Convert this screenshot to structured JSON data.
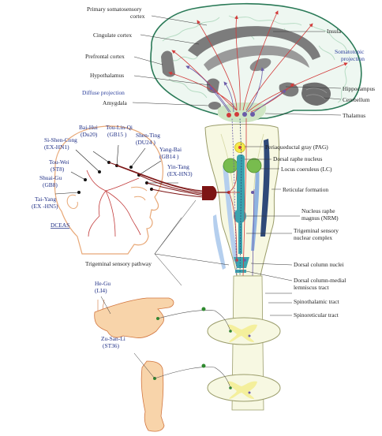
{
  "labels": {
    "primary_somatosensory_cortex": [
      "Primary somatosensory",
      "cortex"
    ],
    "cingulate_cortex": "Cingulate cortex",
    "prefrontal_cortex": "Prefrontal cortex",
    "hypothalamus": "Hypothalamus",
    "diffuse_projection": "Diffuse projection",
    "amygdala": "Amygdala",
    "insula": "Insula",
    "somatotopic_projection": [
      "Somatotopic",
      "projection"
    ],
    "hippocampus": "Hippocampus",
    "cerebellum": "Cerebellum",
    "thalamus": "Thalamus",
    "pag": "Periaqueductal gray (PAG)",
    "dorsal_raphe_nucleus": "Dorsal raphe nucleus",
    "locus_coeruleus": "Locus coeruleus (LC)",
    "reticular_formation": "Reticular formation",
    "nrm": [
      "Nucleus raphe",
      "magnus (NRM)"
    ],
    "trigeminal_sensory_nuclear_complex": [
      "Trigeminal sensory",
      "nuclear complex"
    ],
    "dorsal_column_nuclei": "Dorsal column nuclei",
    "trigeminal_sensory_pathway": "Trigeminal sensory pathway",
    "dorsal_column_medial_lemniscus_tract": [
      "Dorsal column-medial",
      "lemniscus tract"
    ],
    "spinothalamic_tract": "Spinothalamic tract",
    "spinoreticular_tract": "Spinoreticular tract",
    "dceas": "DCEAS"
  },
  "acupoints": {
    "bai_hui": [
      "Bai-Hui",
      "(Du20)"
    ],
    "tou_lin_qi": [
      "Tou-Lin-Qi",
      "(GB15 )"
    ],
    "shen_ting": [
      "Shen-Ting",
      "(DU24 )"
    ],
    "si_shen_cong": [
      "Si-Shen-Cong",
      "(EX-HN1)"
    ],
    "yang_bai": [
      "Yang-Bai",
      "(GB14 )"
    ],
    "tou_wei": [
      "Tou-Wei",
      "(ST8)"
    ],
    "yin_tang": [
      "Yin-Tang",
      "(EX-HN3)"
    ],
    "shuai_gu": [
      "Shuai-Gu",
      "(GB8)"
    ],
    "tai_yang": [
      "Tai-Yang",
      "(EX -HN5)"
    ],
    "he_gu": [
      "He-Gu",
      "(LI4)"
    ],
    "zu_san_li": [
      "Zu-San-Li",
      "(ST36)"
    ]
  },
  "colors": {
    "brain_fill": "#eef7f1",
    "brain_outline": "#2a7a57",
    "gray_regions": "#7c7c7c",
    "thalamus_fill": "#cfe6c4",
    "brainstem_fill": "#f7f8e2",
    "nucleus_teal": "#3aa3ae",
    "pag_yellow": "#f6e94a",
    "lc_green": "#78bc4e",
    "reticular_blue": "#b5cfee",
    "dark_tract": "#2f4a78",
    "pathway_red": "#d23b3b",
    "pathway_purple": "#6a5ba8",
    "stimulator": "#7d1414",
    "skin": "#f8d4aa",
    "skin_outline": "#d2763f",
    "spinal_gray": "#f4ef9c"
  }
}
